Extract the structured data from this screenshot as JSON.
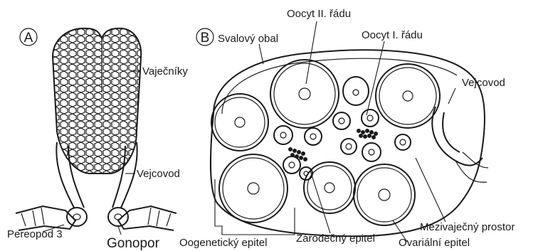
{
  "panels": {
    "a": "A",
    "b": "B"
  },
  "labels_a": {
    "ovaries": "Vaječníky",
    "oviduct": "Vejcovod",
    "pereopod": "Pereopod 3",
    "gonopore": "Gonopor"
  },
  "labels_b": {
    "muscle_sheath": "Svalový obal",
    "oocyte_2": "Oocyt II. řádu",
    "oocyte_1": "Oocyt I. řádu",
    "oviduct": "Vejcovod",
    "interovarian_space": "Mezivaječný prostor",
    "oogenetic_epithelium": "Oogenetický epitel",
    "germinal_epithelium": "Zárodečný epitel",
    "ovarian_epithelium": "Ovariální epitel"
  }
}
